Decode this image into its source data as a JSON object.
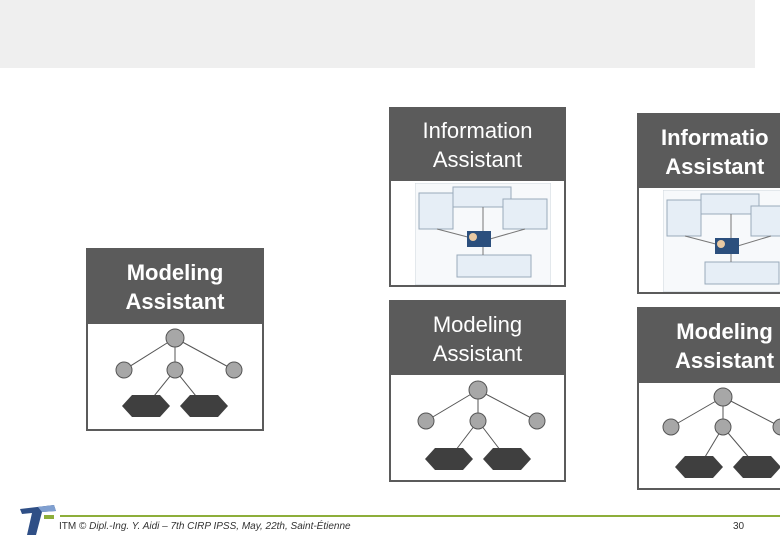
{
  "slide": {
    "footer": {
      "copyright": "ITM ©",
      "citation": "Dipl.-Ing. Y. Aidi – 7th CIRP IPSS, May, 22th, Saint-Étienne",
      "page_number": "30"
    }
  },
  "cards": {
    "modeling_left": {
      "title": "Modeling\nAssistant"
    },
    "information_center": {
      "title": "Information\nAssistant"
    },
    "modeling_center": {
      "title": "Modeling\nAssistant"
    },
    "information_right": {
      "title": "Informatio\nAssistant"
    },
    "modeling_right": {
      "title": "Modeling\nAssistant"
    }
  },
  "colors": {
    "header_gray": "#5b5b5b",
    "node_gray": "#a7a7a7",
    "hexagon_dark": "#3f3f3f",
    "footer_green": "#8dae3a"
  }
}
